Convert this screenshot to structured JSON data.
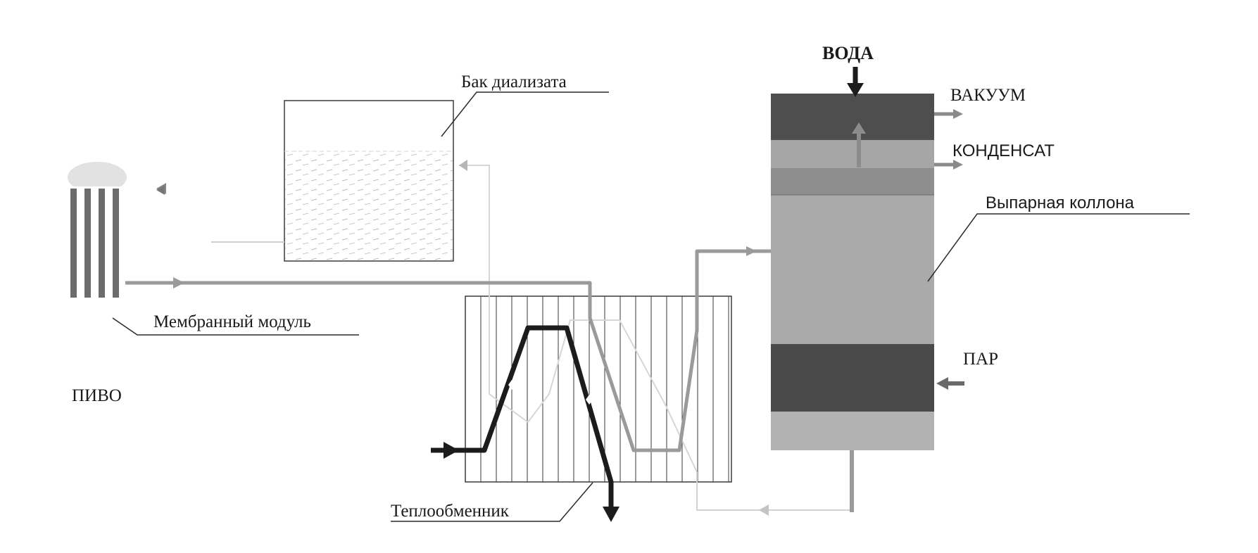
{
  "labels": {
    "dialysate_tank": "Бак диализата",
    "membrane_module": "Мембранный модуль",
    "beer": "ПИВО",
    "heat_exchanger": "Теплообменник",
    "water": "ВОДА",
    "vacuum": "ВАКУУМ",
    "condensate": "КОНДЕНСАТ",
    "evaporation_column": "Выпарная коллона",
    "steam": "ПАР"
  },
  "colors": {
    "dark_pipe": "#1c1c1c",
    "grey_pipe": "#9a9a9a",
    "light_pipe": "#c8c8c8",
    "column_dark": "#4e4e4e",
    "column_mid": "#9c9c9c",
    "column_light": "#b0b0b0",
    "membrane_bar": "#6c6c6c"
  },
  "icons": {
    "flow_arrow": "triangle-arrow-icon"
  }
}
